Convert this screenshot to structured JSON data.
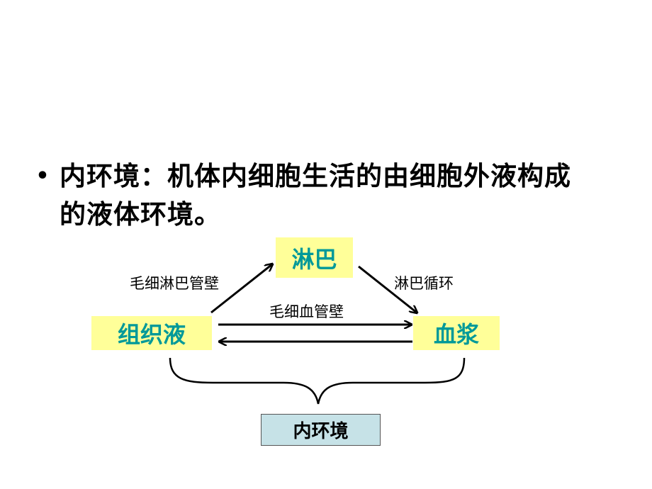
{
  "bullet": {
    "dot": "•",
    "line1": "内环境：机体内细胞生活的由细胞外液构成",
    "line2": "的液体环境。"
  },
  "diagram": {
    "nodes": {
      "lymph": "淋巴",
      "tissue_fluid": "组织液",
      "plasma": "血浆",
      "internal_environment": "内环境"
    },
    "edges": {
      "tissue_to_lymph": "毛细淋巴管壁",
      "lymph_to_plasma": "淋巴循环",
      "tissue_plasma_exchange": "毛细血管壁"
    }
  },
  "colors": {
    "node_fill": "#ffff99",
    "node_text": "#009999",
    "env_fill": "#c6e2e7"
  }
}
